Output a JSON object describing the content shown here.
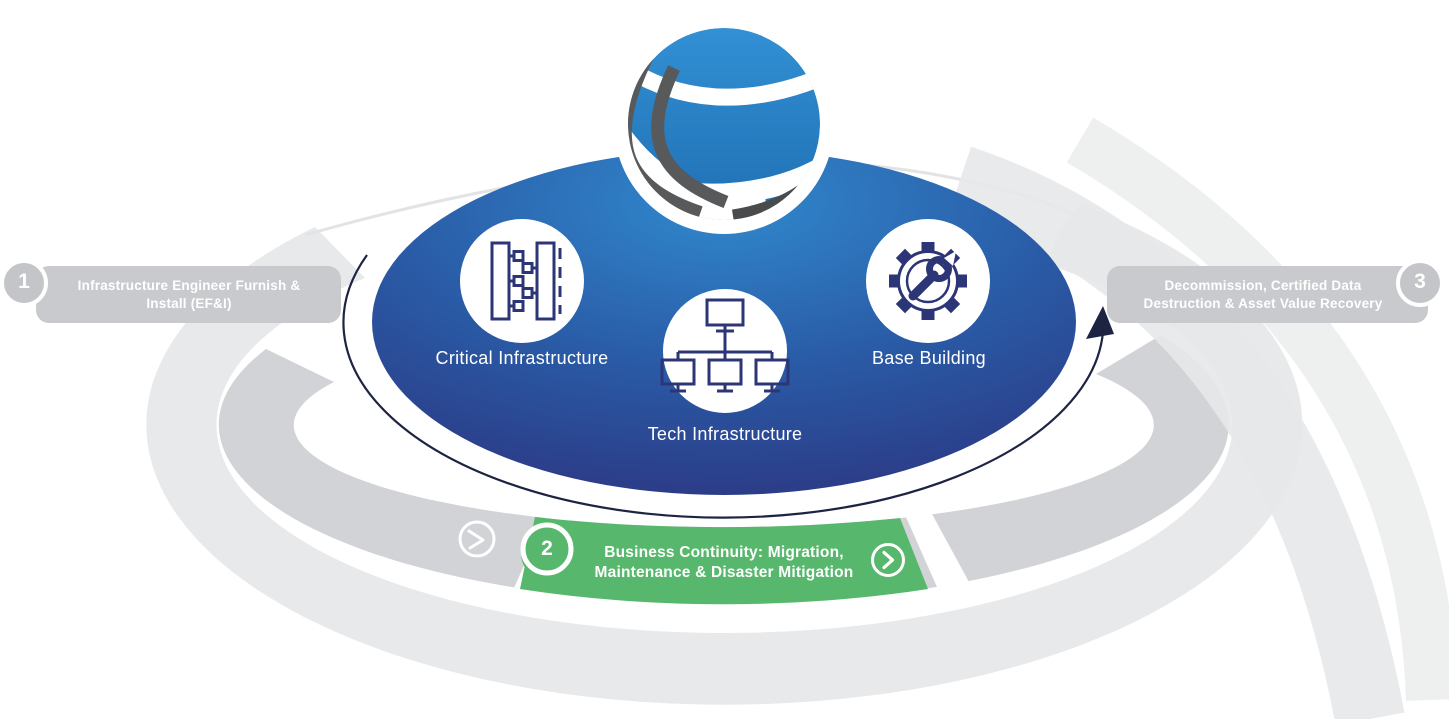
{
  "stages": [
    {
      "number": "1",
      "label": "Infrastructure Engineer Furnish & Install (EF&I)",
      "lines": [
        "Infrastructure Engineer Furnish &",
        "Install (EF&I)"
      ]
    },
    {
      "number": "2",
      "label": "Business Continuity: Migration, Maintenance & Disaster Mitigation",
      "lines": [
        "Business Continuity: Migration,",
        "Maintenance & Disaster Mitigation"
      ]
    },
    {
      "number": "3",
      "label": "Decommission, Certified Data Destruction & Asset Value Recovery",
      "lines": [
        "Decommission, Certified Data",
        "Destruction & Asset Value Recovery"
      ]
    }
  ],
  "center_items": [
    {
      "label": "Critical Infrastructure",
      "icon": "rack-connectors-icon"
    },
    {
      "label": "Tech Infrastructure",
      "icon": "network-topology-icon"
    },
    {
      "label": "Base Building",
      "icon": "gear-wrench-icon"
    }
  ],
  "icons": {
    "logo": "sphere-swoosh-logo",
    "clock": "clock-icon",
    "chevron": "chevron-right-icon",
    "arrow": "curved-arrow-up-icon"
  },
  "colors": {
    "green": "#57b86d",
    "ring_outer": "#e8e9eb",
    "ring_inner": "#d2d3d6",
    "label_box": "#c9cacd",
    "number_circle": "#c3c5c8",
    "navy_icon": "#2c3677",
    "arrow_navy": "#1d2443",
    "ellipse_blue_light": "#3089ce",
    "ellipse_blue_dark": "#2c3480",
    "logo_blue": "#2b85c9",
    "logo_gray": "#58595b"
  }
}
